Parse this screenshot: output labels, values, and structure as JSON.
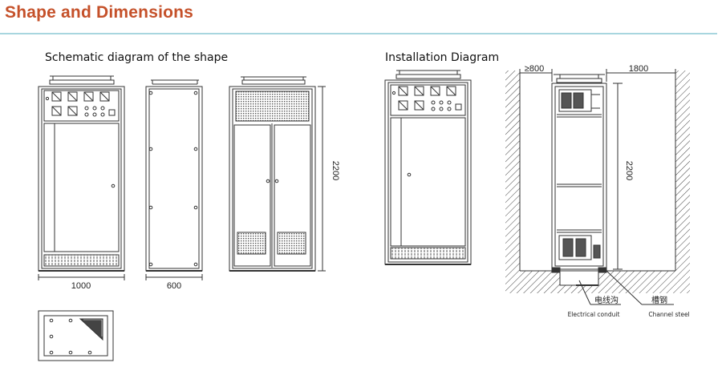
{
  "header": {
    "title": "Shape and Dimensions"
  },
  "sections": {
    "schematic": "Schematic diagram of the shape",
    "installation": "Installation Diagram"
  },
  "dimensions": {
    "width": "1000",
    "depth": "600",
    "height": "2200",
    "front_clearance": "≥800",
    "room_depth": "1800",
    "install_height": "2200"
  },
  "labels": {
    "conduit_cn": "电线沟",
    "conduit_en": "Electrical conduit",
    "channel_cn": "槽钢",
    "channel_en": "Channel steel"
  },
  "colors": {
    "title": "#c5512a",
    "rule": "#a8d6df",
    "line": "#333333"
  }
}
